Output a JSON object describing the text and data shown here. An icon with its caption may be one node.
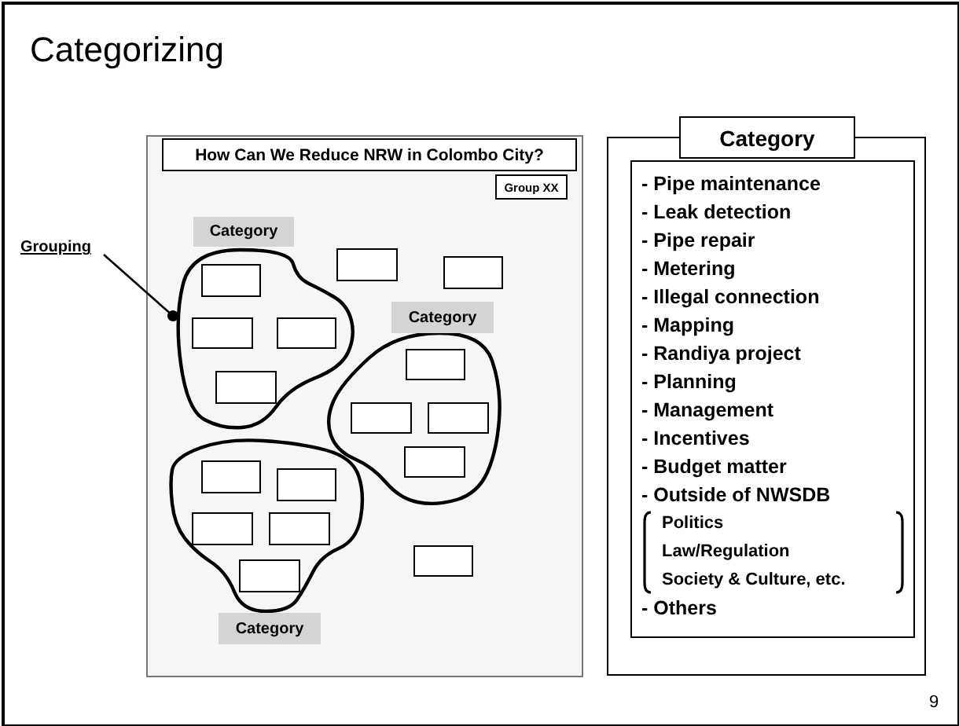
{
  "diagram": {
    "title": "Categorizing",
    "nodes": [
      {
        "text": [
          "Grouping"
        ]
      },
      {
        "text": [],
        "shape": "box"
      },
      {
        "text": [
          "How Can We Reduce NRW in Colombo City?"
        ],
        "in": 1
      },
      {
        "text": [
          "Group XX"
        ],
        "in": 1
      },
      {
        "text": [
          "Category"
        ],
        "in": 1
      },
      {
        "text": [],
        "shape": "box",
        "in": 4
      },
      {
        "text": [],
        "shape": "box",
        "in": 4
      },
      {
        "text": [],
        "shape": "box",
        "in": 4
      },
      {
        "text": [],
        "shape": "box",
        "in": 4
      },
      {
        "text": [],
        "shape": "box",
        "in": 1
      },
      {
        "text": [],
        "shape": "box",
        "in": 1
      },
      {
        "text": [
          "Category"
        ],
        "in": 1
      },
      {
        "text": [],
        "shape": "box",
        "in": 11
      },
      {
        "text": [],
        "shape": "box",
        "in": 11
      },
      {
        "text": [],
        "shape": "box",
        "in": 11
      },
      {
        "text": [],
        "shape": "box",
        "in": 11
      },
      {
        "text": [
          "Category"
        ],
        "in": 1
      },
      {
        "text": [],
        "shape": "box",
        "in": 16
      },
      {
        "text": [],
        "shape": "box",
        "in": 16
      },
      {
        "text": [],
        "shape": "box",
        "in": 16
      },
      {
        "text": [],
        "shape": "box",
        "in": 16
      },
      {
        "text": [],
        "shape": "box",
        "in": 16
      },
      {
        "text": [],
        "shape": "box",
        "in": 1
      },
      {
        "text": [],
        "shape": "box"
      },
      {
        "text": [
          "Category"
        ],
        "in": 23
      },
      {
        "text": [
          "- Pipe maintenance",
          "- Leak detection",
          "- Pipe repair",
          "- Metering",
          "- Illegal connection",
          "- Mapping",
          "- Randiya project",
          "- Planning",
          "- Management",
          "- Incentives",
          "- Budget matter",
          "- Outside of NWSDB",
          "Politics",
          "Law/Regulation",
          "Society & Culture, etc.",
          "- Others"
        ],
        "in": 23
      }
    ],
    "edges": [
      {
        "from": 0,
        "to": 4,
        "arrow": "other"
      }
    ],
    "labels": [
      "9"
    ]
  }
}
